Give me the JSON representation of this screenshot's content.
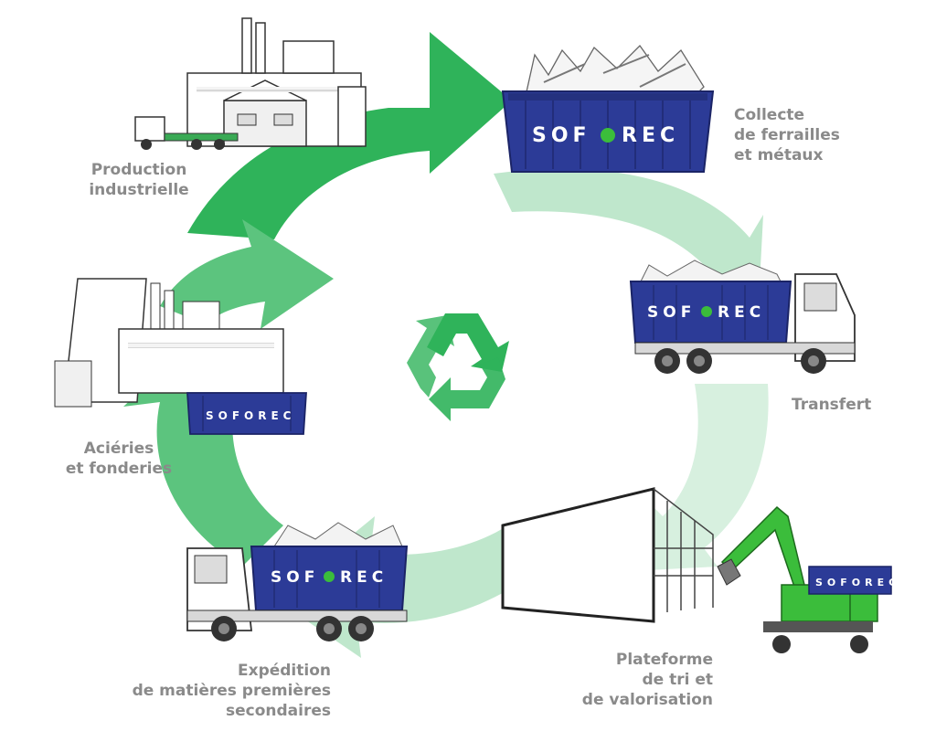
{
  "brand": "SOFOREC",
  "brand_parts": {
    "left": "SOF",
    "right": "REC"
  },
  "colors": {
    "arrow_dark": "#2fb35a",
    "arrow_mid": "#5cc47e",
    "arrow_light": "#bfe7cc",
    "arrow_lighter": "#d7f0df",
    "container_blue": "#2c3b97",
    "crane_green": "#3bbd3b",
    "label_gray": "#8a8a8a"
  },
  "stages": [
    {
      "id": "production",
      "lines": [
        "Production",
        "industrielle"
      ],
      "icon": "factory-icon"
    },
    {
      "id": "collecte",
      "lines": [
        "Collecte",
        "de ferrailles",
        "et métaux"
      ],
      "icon": "skip-container-icon"
    },
    {
      "id": "transfert",
      "lines": [
        "Transfert"
      ],
      "icon": "truck-icon"
    },
    {
      "id": "plateforme",
      "lines": [
        "Plateforme",
        "de tri et",
        "de valorisation"
      ],
      "icon": "material-handler-icon"
    },
    {
      "id": "expedition",
      "lines": [
        "Expédition",
        "de matières premières",
        "secondaires"
      ],
      "icon": "truck-icon"
    },
    {
      "id": "acieries",
      "lines": [
        "Aciéries",
        "et fonderies"
      ],
      "icon": "steelworks-icon"
    }
  ],
  "center_icon": "recycle-icon"
}
